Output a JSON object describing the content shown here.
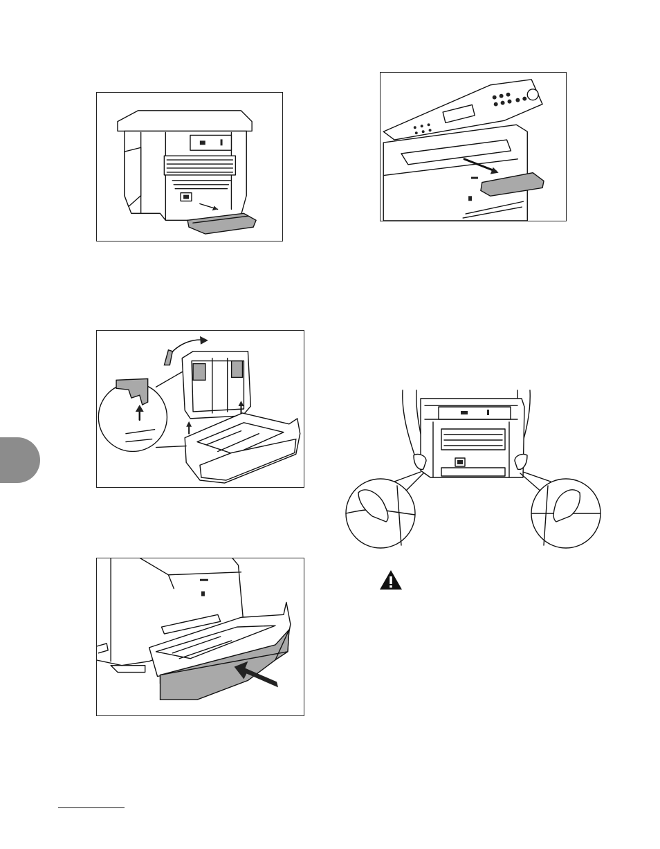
{
  "page": {
    "illustrations": [
      "rear-cover-removal",
      "output-tray-removal",
      "cassette-cover-lift",
      "machine-lift-by-handgrips",
      "cassette-insertion"
    ],
    "icons": [
      "warning-triangle-icon",
      "chapter-tab"
    ],
    "colors": {
      "line": "#111111",
      "tray_fill": "#a9a9a9",
      "tab": "#8c8c8c",
      "background": "#ffffff"
    }
  }
}
